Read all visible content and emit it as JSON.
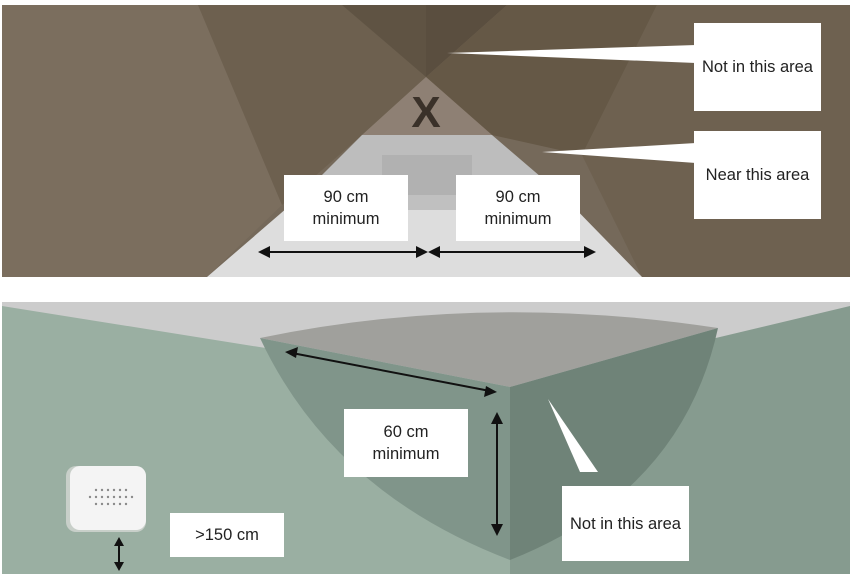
{
  "colors": {
    "top_wall_left": "#7a6c5c",
    "top_wall_dark": "#5e5141",
    "top_floor_light": "#dcdcdc",
    "bottom_wall": "#9aafa2",
    "bottom_cone": "#7d9287",
    "ceiling": "#c8c8c8",
    "arrow": "#111111",
    "label_bg": "#ffffff"
  },
  "top_panel": {
    "marker": "X",
    "labels": {
      "not_in_area": "Not in this area",
      "near_area": "Near this area",
      "left_min": "90 cm minimum",
      "right_min": "90 cm minimum"
    }
  },
  "bottom_panel": {
    "device_icon": "router-device-icon",
    "labels": {
      "min_distance": "60 cm minimum",
      "not_in_area": "Not in this area",
      "height": ">150 cm"
    }
  }
}
